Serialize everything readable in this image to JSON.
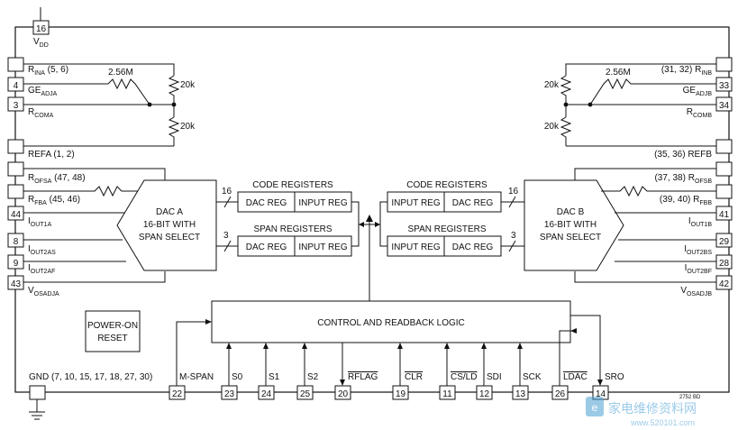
{
  "title_block": {
    "vdd_pin": "16",
    "vdd_label": "V",
    "vdd_sub": "DD",
    "gnd_label": "GND (7, 10, 15, 17, 18, 27, 30)",
    "gnd_pin": "",
    "part_code": "2752 BD"
  },
  "left_pins": [
    {
      "pin": "",
      "label": "R",
      "sub": "INA",
      "suffix": " (5, 6)"
    },
    {
      "pin": "4",
      "label": "GE",
      "sub": "ADJA",
      "suffix": ""
    },
    {
      "pin": "3",
      "label": "R",
      "sub": "COMA",
      "suffix": ""
    },
    {
      "pin": "",
      "label": "REFA (1, 2)",
      "sub": "",
      "suffix": ""
    },
    {
      "pin": "",
      "label": "R",
      "sub": "OFSA",
      "suffix": " (47, 48)"
    },
    {
      "pin": "",
      "label": "R",
      "sub": "FBA",
      "suffix": " (45, 46)"
    },
    {
      "pin": "44",
      "label": "I",
      "sub": "OUT1A",
      "suffix": ""
    },
    {
      "pin": "8",
      "label": "I",
      "sub": "OUT2AS",
      "suffix": ""
    },
    {
      "pin": "9",
      "label": "I",
      "sub": "OUT2AF",
      "suffix": ""
    },
    {
      "pin": "43",
      "label": "V",
      "sub": "OSADJA",
      "suffix": ""
    }
  ],
  "right_pins": [
    {
      "pin": "",
      "prefix": "(31, 32) ",
      "label": "R",
      "sub": "INB"
    },
    {
      "pin": "33",
      "prefix": "",
      "label": "GE",
      "sub": "ADJB"
    },
    {
      "pin": "34",
      "prefix": "",
      "label": "R",
      "sub": "COMB"
    },
    {
      "pin": "",
      "prefix": "",
      "label": "(35, 36) REFB",
      "sub": ""
    },
    {
      "pin": "",
      "prefix": "(37, 38) ",
      "label": "R",
      "sub": "OFSB"
    },
    {
      "pin": "",
      "prefix": "(39, 40) ",
      "label": "R",
      "sub": "FBB"
    },
    {
      "pin": "41",
      "prefix": "",
      "label": "I",
      "sub": "OUT1B"
    },
    {
      "pin": "29",
      "prefix": "",
      "label": "I",
      "sub": "OUT2BS"
    },
    {
      "pin": "28",
      "prefix": "",
      "label": "I",
      "sub": "OUT2BF"
    },
    {
      "pin": "42",
      "prefix": "",
      "label": "V",
      "sub": "OSADJB"
    }
  ],
  "resistors": {
    "left_adj": "2.56M",
    "left_top": "20k",
    "left_bottom": "20k",
    "right_adj": "2.56M",
    "right_top": "20k",
    "right_bottom": "20k"
  },
  "dac_a": {
    "line1": "DAC A",
    "line2": "16-BIT WITH",
    "line3": "SPAN SELECT"
  },
  "dac_b": {
    "line1": "DAC B",
    "line2": "16-BIT WITH",
    "line3": "SPAN SELECT"
  },
  "registers": {
    "code_label": "CODE REGISTERS",
    "span_label": "SPAN REGISTERS",
    "dac_reg": "DAC REG",
    "input_reg": "INPUT REG",
    "bus16": "16",
    "bus3": "3"
  },
  "control_logic": "CONTROL AND READBACK LOGIC",
  "power_on": {
    "line1": "POWER-ON",
    "line2": "RESET"
  },
  "bottom_pins": [
    {
      "pin": "22",
      "label": "M-SPAN",
      "overline": false
    },
    {
      "pin": "23",
      "label": "S0",
      "overline": false
    },
    {
      "pin": "24",
      "label": "S1",
      "overline": false
    },
    {
      "pin": "25",
      "label": "S2",
      "overline": false
    },
    {
      "pin": "20",
      "label": "RFLAG",
      "overline": true
    },
    {
      "pin": "19",
      "label": "CLR",
      "overline": true
    },
    {
      "pin": "11",
      "label": "CS/LD",
      "overline": true
    },
    {
      "pin": "12",
      "label": "SDI",
      "overline": false
    },
    {
      "pin": "13",
      "label": "SCK",
      "overline": false
    },
    {
      "pin": "26",
      "label": "LDAC",
      "overline": true
    },
    {
      "pin": "14",
      "label": "SRO",
      "overline": false
    }
  ],
  "watermark": {
    "text": "家电维修资料网",
    "url": "www.520101.com"
  }
}
